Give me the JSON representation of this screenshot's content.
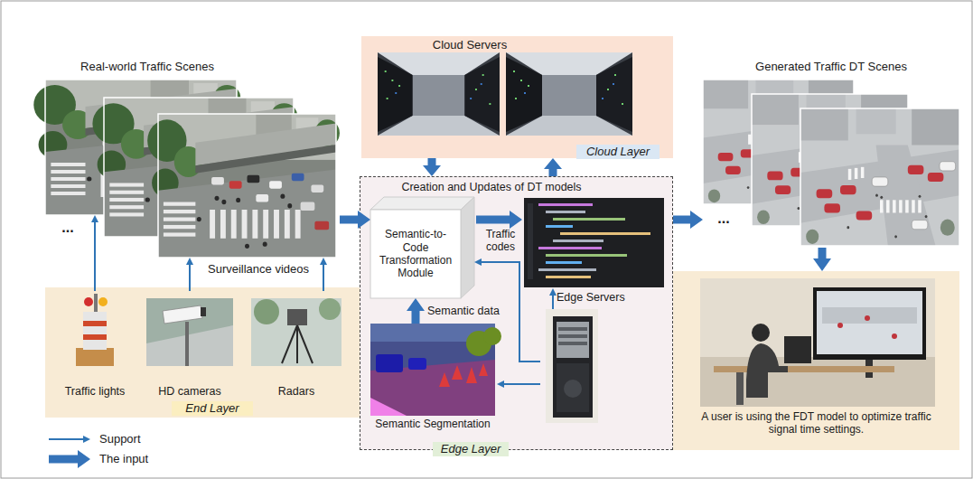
{
  "diagram": {
    "nodes": [
      {
        "text": [
          "Real-world Traffic Scenes"
        ]
      },
      {
        "text": [
          "Cloud Servers",
          "Cloud Layer"
        ]
      },
      {
        "text": [
          "Creation and Updates of DT models",
          "Edge Layer"
        ]
      },
      {
        "text": [
          "Semantic-to-Code Transformation Module"
        ],
        "in": 2
      },
      {
        "text": [
          "Edge Servers"
        ],
        "in": 2
      },
      {
        "text": [
          "Semantic Segmentation"
        ],
        "in": 2
      },
      {
        "text": [
          "End Layer"
        ]
      },
      {
        "text": [
          "Traffic lights"
        ],
        "in": 6
      },
      {
        "text": [
          "HD cameras"
        ],
        "in": 6
      },
      {
        "text": [
          "Radars"
        ],
        "in": 6
      },
      {
        "text": [
          "Generated Traffic DT Scenes"
        ]
      },
      {
        "text": [
          "A user is using the FDT model to optimize traffic signal time settings."
        ]
      }
    ],
    "edges": [
      {
        "from": 0,
        "to": 3,
        "arrow": "to"
      },
      {
        "from": 1,
        "to": 2,
        "arrow": "to"
      },
      {
        "from": 2,
        "to": 1,
        "arrow": "to"
      },
      {
        "from": 5,
        "to": 3,
        "arrow": "to",
        "label": "Semantic data"
      },
      {
        "from": 4,
        "to": 3,
        "arrow": "to"
      },
      {
        "from": 4,
        "to": 5,
        "arrow": "to"
      },
      {
        "from": 7,
        "to": 0,
        "arrow": "to"
      },
      {
        "from": 8,
        "to": 0,
        "arrow": "to"
      },
      {
        "from": 9,
        "to": 0,
        "arrow": "to"
      },
      {
        "from": 2,
        "to": 10,
        "arrow": "to"
      },
      {
        "from": 10,
        "to": 11,
        "arrow": "to"
      }
    ],
    "labels": [
      "Surveillance videos",
      "Traffic codes",
      "...",
      "..."
    ],
    "legend": [
      {
        "text": "Support"
      },
      {
        "text": "The input"
      }
    ]
  }
}
